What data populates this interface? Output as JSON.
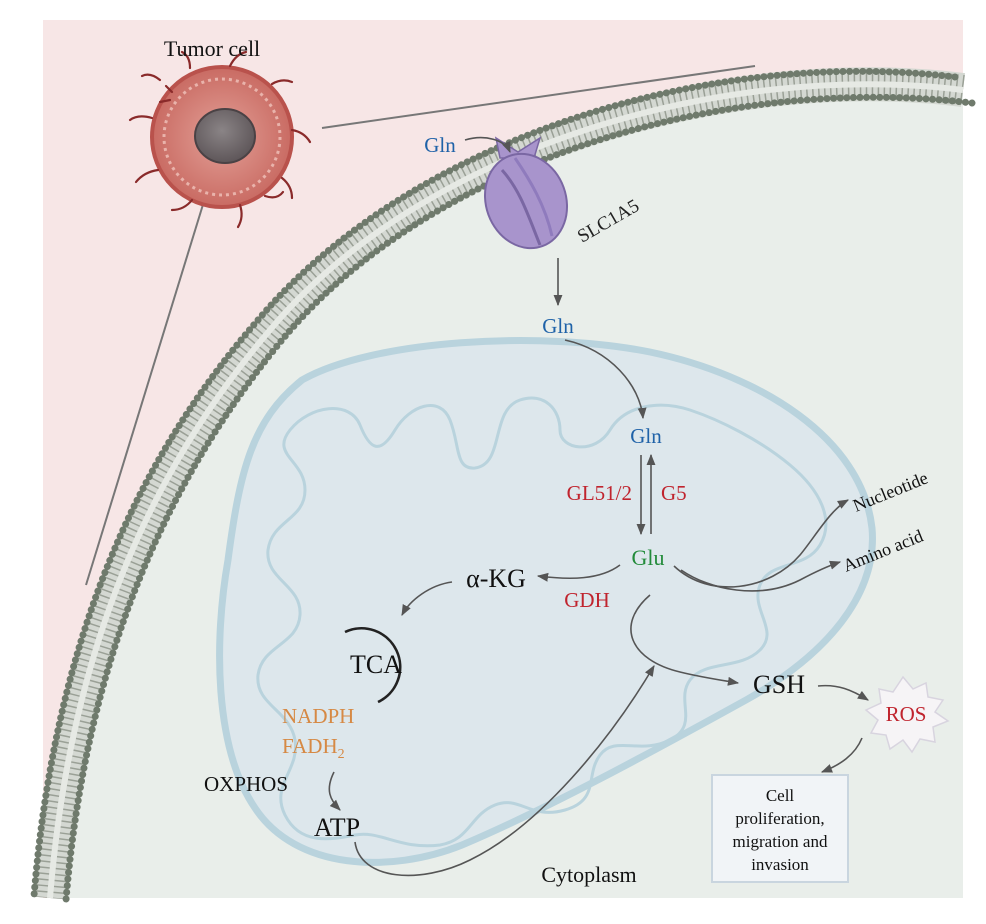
{
  "labels": {
    "tumor_cell": "Tumor cell",
    "gln_outside": "Gln",
    "transporter": "SLC1A5",
    "gln_cytoplasm": "Gln",
    "gln_mito": "Gln",
    "enzyme_forward": "GL51/2",
    "enzyme_reverse": "G5",
    "glu": "Glu",
    "akg": "α-KG",
    "gdh": "GDH",
    "tca": "TCA",
    "nadph": "NADPH",
    "fadh2_base": "FADH",
    "fadh2_sub": "2",
    "oxphos": "OXPHOS",
    "atp": "ATP",
    "gsh": "GSH",
    "ros": "ROS",
    "nucleotide": "Nucleotide",
    "amino_acid": "Amino acid",
    "outcome_line1": "Cell",
    "outcome_line2": "proliferation,",
    "outcome_line3": "migration and",
    "outcome_line4": "invasion",
    "cytoplasm": "Cytoplasm"
  },
  "colors": {
    "extracellular": "#f7e6e6",
    "cytoplasm": "#e9eeea",
    "membrane_beads": "#6f7a6c",
    "mitochondrion_outline": "#b9d3dd",
    "gln_blue": "#1f62a8",
    "enzyme_red": "#c0242e",
    "glu_green": "#228b3a",
    "cofactor_orange": "#d68944",
    "transporter_purple": "#a894cc",
    "tumor_cell_fill": "#d07a72"
  }
}
